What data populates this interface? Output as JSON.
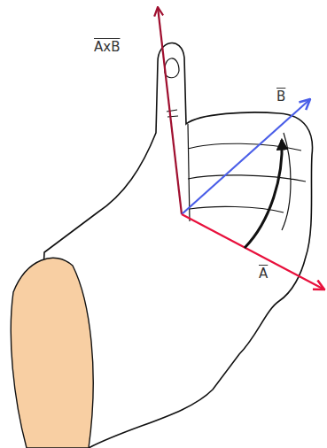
{
  "diagram": {
    "labels": [
      "AxB",
      "B",
      "A"
    ]
  }
}
